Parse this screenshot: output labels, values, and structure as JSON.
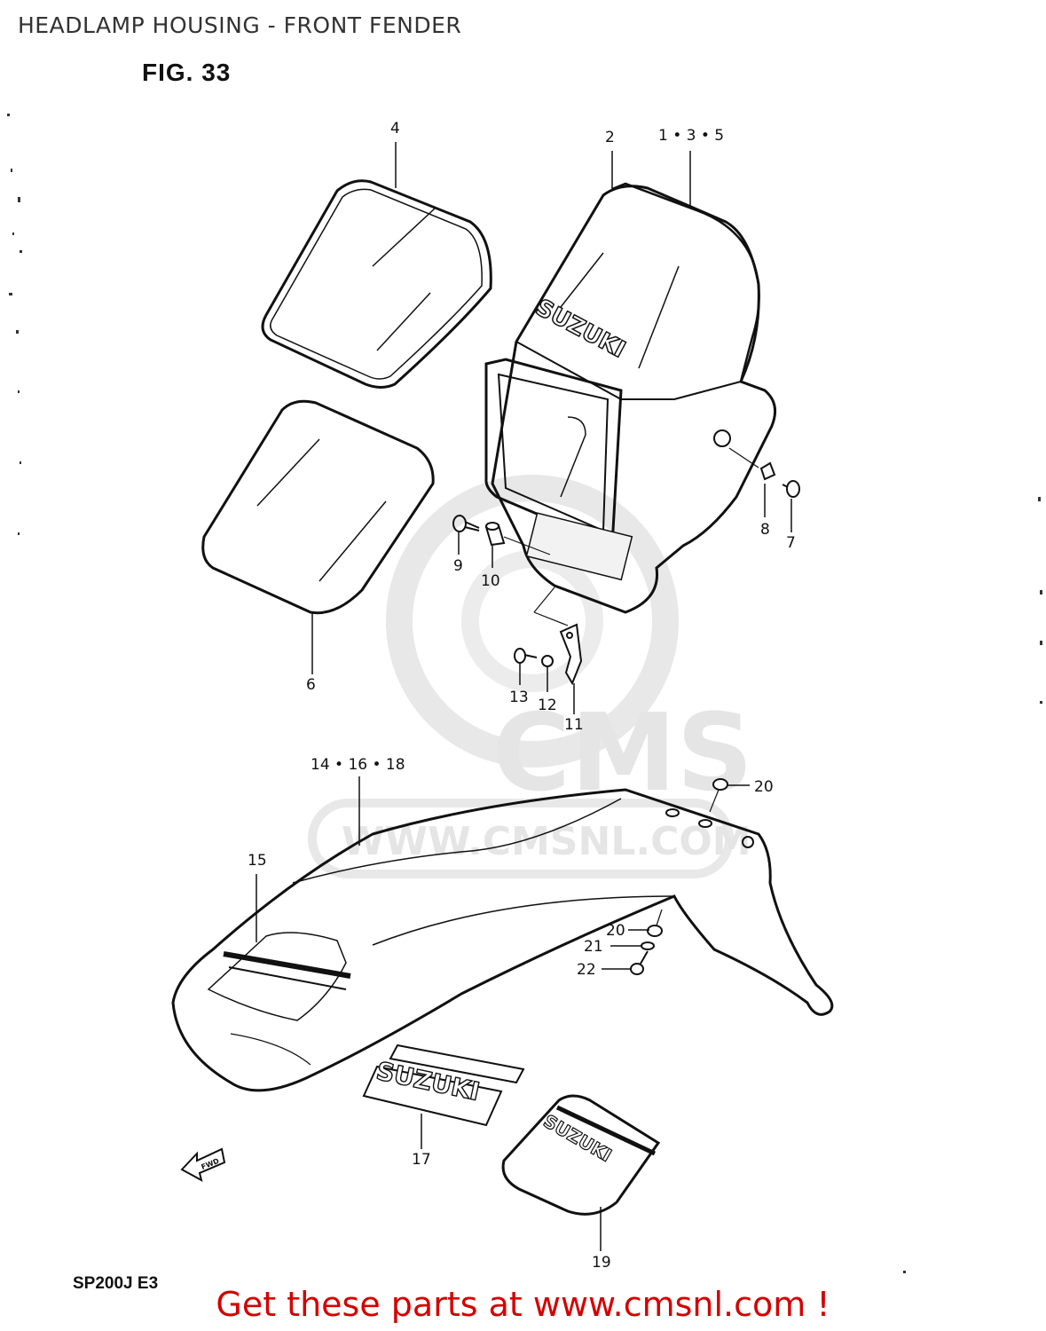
{
  "header": {
    "title": "HEADLAMP HOUSING - FRONT FENDER",
    "figure": "FIG. 33"
  },
  "watermark": {
    "brand": "CMS",
    "url": "WWW.CMSNL.COM"
  },
  "callouts": {
    "c1": "4",
    "c2": "2",
    "c3": "1 • 3 • 5",
    "c4": "8",
    "c5": "7",
    "c6": "9",
    "c7": "10",
    "c8": "6",
    "c9": "13",
    "c10": "12",
    "c11": "11",
    "c12": "14 • 16 • 18",
    "c13": "20",
    "c14": "15",
    "c15": "20",
    "c16": "21",
    "c17": "22",
    "c18": "17",
    "c19": "19"
  },
  "decals": {
    "brand": "SUZUKI",
    "fwd": "FWD"
  },
  "footer": {
    "model": "SP200J  E3",
    "cta": "Get these parts at www.cmsnl.com !"
  },
  "colors": {
    "line": "#111111",
    "cta": "#d50000",
    "watermark": "#e5e5e5"
  }
}
